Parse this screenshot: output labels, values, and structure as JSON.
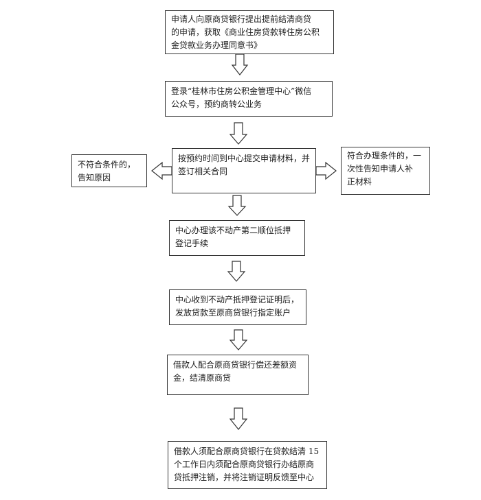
{
  "flow": {
    "step1": "申请人向原商贷银行提出提前结清商贷\n的申请，获取《商业住房贷款转住房公积\n金贷款业务办理同意书》",
    "step2": "登录“桂林市住房公积金管理中心”微信\n公众号，预约商转公业务",
    "step3": "按预约时间到中心提交申请材料，并\n签订相关合同",
    "left_branch": "不符合条件的，\n告知原因",
    "right_branch": "符合办理条件的，一\n次性告知申请人补\n正材料",
    "step4": "中心办理该不动产第二顺位抵押\n登记手续",
    "step5": "中心收到不动产抵押登记证明后，\n发放贷款至原商贷银行指定账户",
    "step6": "借款人配合原商贷银行偿还差额资\n金，结清原商贷",
    "step7": "借款人须配合原商贷银行在贷款结清 15\n个工作日内须配合原商贷银行办结原商\n贷抵押注销，并将注销证明反馈至中心"
  }
}
